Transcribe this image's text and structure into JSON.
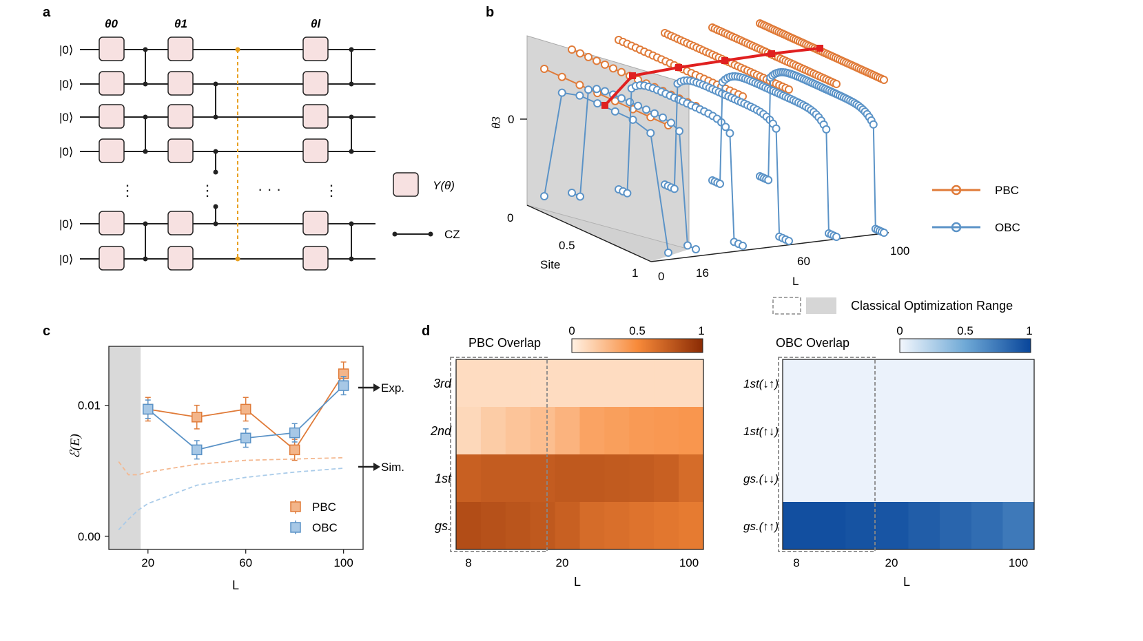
{
  "panel_a": {
    "label": "a",
    "layer_labels": [
      "θ0",
      "θ1",
      "θl"
    ],
    "qubit_label": "|0⟩",
    "legend": {
      "gate": "Y(θ)",
      "cz": "CZ"
    }
  },
  "panel_b": {
    "label": "b",
    "y_label": "θ3",
    "y_tick_zero": "0",
    "site_label": "Site",
    "site_ticks": [
      "0",
      "0.5",
      "1"
    ],
    "l_label": "L",
    "l_ticks": [
      "0",
      "16",
      "60",
      "100"
    ],
    "legend": [
      "PBC",
      "OBC"
    ],
    "range_legend": "Classical Optimization Range"
  },
  "chart_data": [
    {
      "type": "line",
      "panel": "c",
      "label": "c",
      "xlabel": "L",
      "ylabel": "ℰ(E)",
      "x_ticks": [
        "20",
        "60",
        "100"
      ],
      "y_ticks": [
        "0.00",
        "0.01"
      ],
      "xlim": [
        4,
        108
      ],
      "ylim": [
        -0.001,
        0.0145
      ],
      "shaded_range": [
        4,
        17
      ],
      "series": [
        {
          "name": "PBC",
          "type": "experiment",
          "x": [
            20,
            40,
            60,
            80,
            100
          ],
          "y": [
            0.0097,
            0.0091,
            0.0097,
            0.0066,
            0.0124
          ],
          "err": [
            0.0009,
            0.0009,
            0.0009,
            0.0008,
            0.0009
          ]
        },
        {
          "name": "OBC",
          "type": "experiment",
          "x": [
            20,
            40,
            60,
            80,
            100
          ],
          "y": [
            0.0097,
            0.0066,
            0.0075,
            0.0079,
            0.0115
          ],
          "err": [
            0.0007,
            0.0007,
            0.0007,
            0.0007,
            0.0007
          ]
        },
        {
          "name": "PBC",
          "type": "simulation",
          "x": [
            8,
            12,
            16,
            20,
            40,
            60,
            80,
            100
          ],
          "y": [
            0.0057,
            0.0047,
            0.0047,
            0.0049,
            0.0055,
            0.0058,
            0.0059,
            0.006
          ]
        },
        {
          "name": "OBC",
          "type": "simulation",
          "x": [
            8,
            12,
            16,
            20,
            40,
            60,
            80,
            100
          ],
          "y": [
            0.0005,
            0.0013,
            0.002,
            0.0025,
            0.0039,
            0.0045,
            0.0049,
            0.0052
          ]
        }
      ],
      "annotations": [
        "Exp.",
        "Sim."
      ],
      "legend": [
        "PBC",
        "OBC"
      ]
    },
    {
      "type": "heatmap",
      "panel": "d-left",
      "label": "d",
      "title": "PBC Overlap",
      "xlabel": "L",
      "x_ticks": [
        "8",
        "20",
        "100"
      ],
      "rows": [
        "3rd",
        "2nd",
        "1st",
        "gs."
      ],
      "colorbar_ticks": [
        "0",
        "0.5",
        "1"
      ],
      "values": [
        [
          0.1,
          0.1,
          0.1,
          0.1,
          0.1,
          0.1,
          0.1,
          0.1,
          0.1,
          0.1
        ],
        [
          0.12,
          0.18,
          0.22,
          0.25,
          0.3,
          0.38,
          0.4,
          0.42,
          0.43,
          0.44
        ],
        [
          0.72,
          0.74,
          0.74,
          0.74,
          0.76,
          0.76,
          0.75,
          0.74,
          0.72,
          0.66
        ],
        [
          0.82,
          0.8,
          0.78,
          0.76,
          0.72,
          0.66,
          0.64,
          0.62,
          0.6,
          0.58
        ]
      ]
    },
    {
      "type": "heatmap",
      "panel": "d-right",
      "title": "OBC Overlap",
      "xlabel": "L",
      "x_ticks": [
        "8",
        "20",
        "100"
      ],
      "rows": [
        "1st(↓↑)",
        "1st(↑↓)",
        "gs.(↓↓)",
        "gs.(↑↑)"
      ],
      "colorbar_ticks": [
        "0",
        "0.5",
        "1"
      ],
      "values": [
        [
          0.03,
          0.03,
          0.03,
          0.03,
          0.03,
          0.03,
          0.03,
          0.03
        ],
        [
          0.03,
          0.03,
          0.03,
          0.03,
          0.03,
          0.03,
          0.03,
          0.03
        ],
        [
          0.03,
          0.03,
          0.03,
          0.03,
          0.03,
          0.03,
          0.03,
          0.03
        ],
        [
          0.95,
          0.95,
          0.93,
          0.92,
          0.88,
          0.84,
          0.8,
          0.74
        ]
      ]
    }
  ]
}
